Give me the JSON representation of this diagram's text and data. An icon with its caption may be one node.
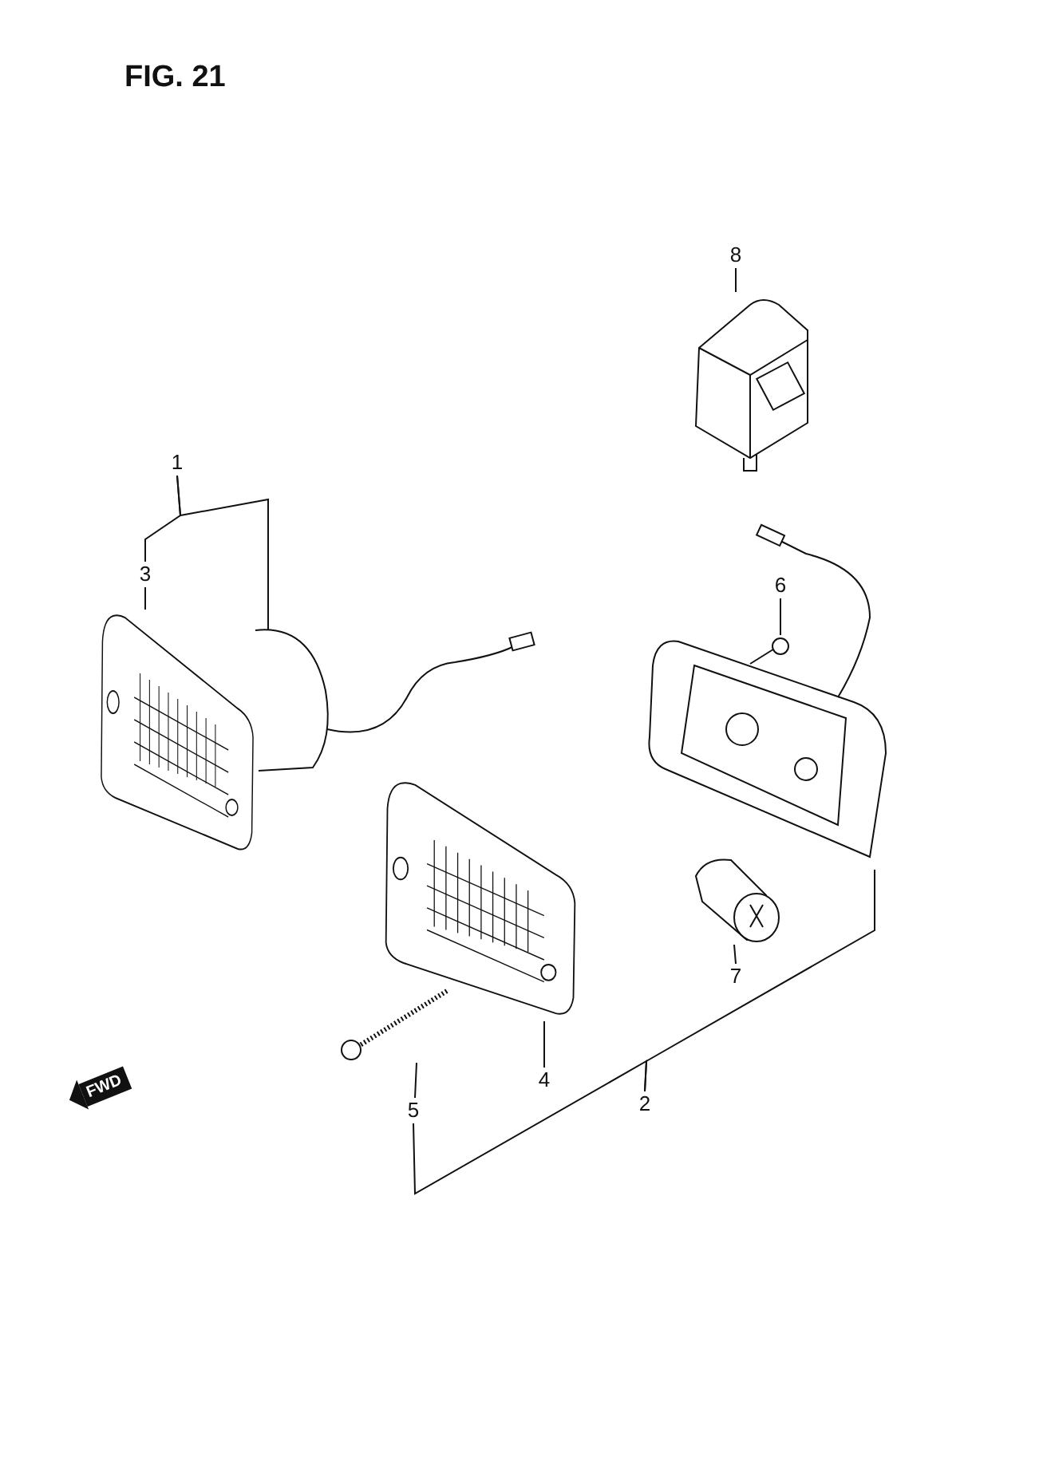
{
  "diagram": {
    "title": "FIG. 21",
    "nodes": [
      {
        "text": [
          "8"
        ]
      },
      {
        "text": [],
        "shape": "picture"
      },
      {
        "text": [
          "1"
        ]
      },
      {
        "text": [
          "3"
        ]
      },
      {
        "text": [],
        "shape": "picture"
      },
      {
        "text": [],
        "shape": "picture"
      },
      {
        "text": [
          "6"
        ]
      },
      {
        "text": [],
        "shape": "picture"
      },
      {
        "text": [],
        "shape": "picture"
      },
      {
        "text": [],
        "shape": "picture"
      },
      {
        "text": [],
        "shape": "picture"
      },
      {
        "text": [
          "7"
        ]
      },
      {
        "text": [],
        "shape": "picture"
      },
      {
        "text": [
          "4"
        ]
      },
      {
        "text": [
          "5"
        ]
      },
      {
        "text": [
          "2"
        ]
      }
    ],
    "edges": [
      {
        "from": 0,
        "to": 1,
        "arrow": "none"
      },
      {
        "from": 2,
        "to": 4,
        "arrow": "none"
      },
      {
        "from": 2,
        "to": 3,
        "arrow": "none"
      },
      {
        "from": 3,
        "to": 5,
        "arrow": "none"
      },
      {
        "from": 6,
        "to": 7,
        "arrow": "none"
      },
      {
        "from": 11,
        "to": 10,
        "arrow": "none"
      },
      {
        "from": 13,
        "to": 9,
        "arrow": "none"
      },
      {
        "from": 14,
        "to": 12,
        "arrow": "none"
      },
      {
        "from": 15,
        "to": 8,
        "arrow": "none"
      },
      {
        "from": 15,
        "to": 14,
        "arrow": "none"
      }
    ],
    "labels": [
      "FWD"
    ]
  }
}
